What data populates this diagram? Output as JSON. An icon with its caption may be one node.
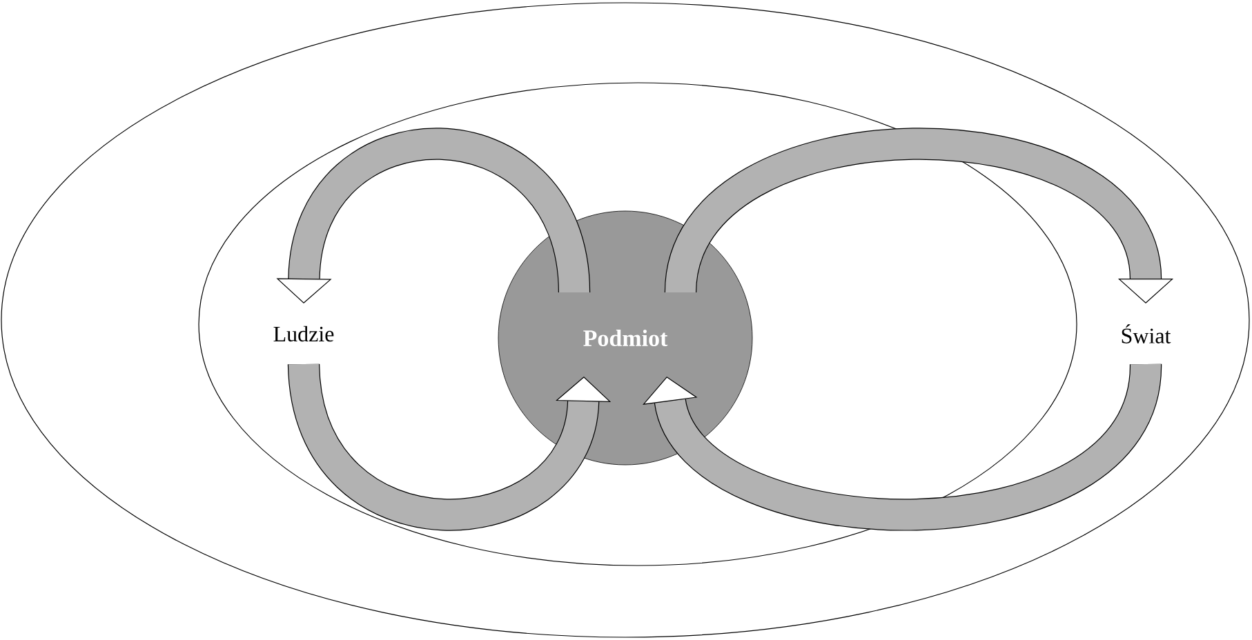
{
  "diagram": {
    "nodes": [
      {
        "text": [],
        "shape": "ellipse"
      },
      {
        "text": [],
        "shape": "ellipse",
        "in": 0
      },
      {
        "text": [
          "Ludzie"
        ],
        "in": 1
      },
      {
        "text": [
          "Podmiot"
        ],
        "in": 1
      },
      {
        "text": [
          "Świat"
        ],
        "in": 0
      }
    ],
    "edges": [
      {
        "from": 3,
        "to": 2,
        "arrow": "to"
      },
      {
        "from": 2,
        "to": 3,
        "arrow": "to"
      },
      {
        "from": 3,
        "to": 4,
        "arrow": "to"
      },
      {
        "from": 4,
        "to": 3,
        "arrow": "to"
      }
    ]
  }
}
